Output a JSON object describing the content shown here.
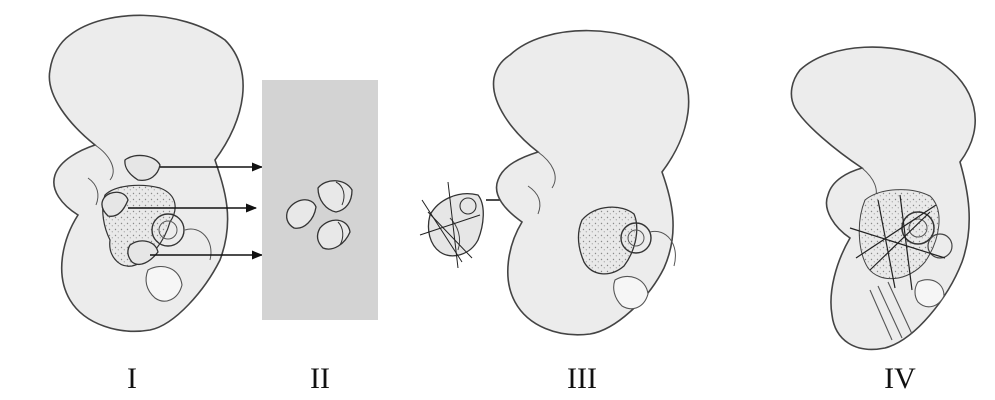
{
  "panels": [
    {
      "label": "I"
    },
    {
      "label": "II"
    },
    {
      "label": "III"
    },
    {
      "label": "IV"
    }
  ],
  "colors": {
    "bone_fill": "#ececec",
    "bone_stroke": "#444444",
    "gray_box": "#d3d3d3",
    "graft_fill": "#d8d8d8",
    "arrow": "#111111"
  }
}
